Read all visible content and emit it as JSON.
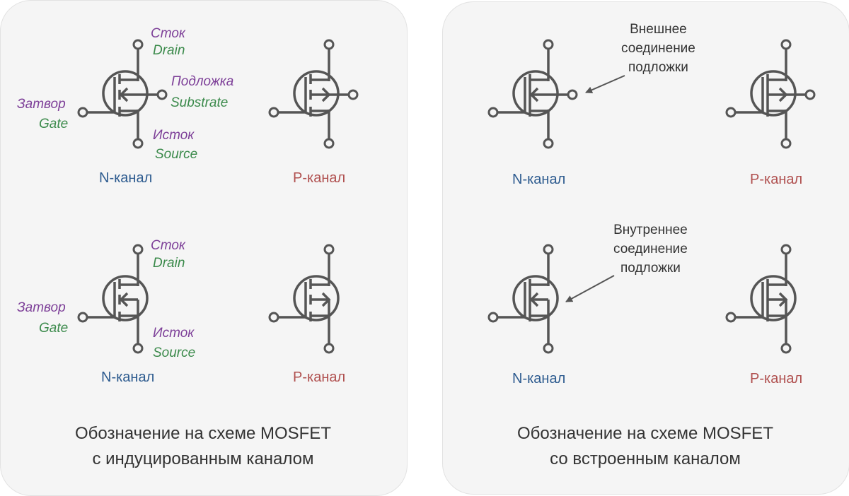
{
  "labels": {
    "drain_ru": "Сток",
    "drain_en": "Drain",
    "substrate_ru": "Подложка",
    "substrate_en": "Substrate",
    "gate_ru": "Затвор",
    "gate_en": "Gate",
    "source_ru": "Исток",
    "source_en": "Source",
    "n_channel": "N-канал",
    "p_channel": "P-канал"
  },
  "notes": {
    "external": [
      "Внешнее",
      "соединение",
      "подложки"
    ],
    "internal": [
      "Внутреннее",
      "соединение",
      "подложки"
    ]
  },
  "panels": [
    {
      "title_line1": "Обозначение на схеме  MOSFET",
      "title_line2": "с индуцированным каналом"
    },
    {
      "title_line1": "Обозначение на схеме  MOSFET",
      "title_line2": "со встроенным каналом"
    }
  ],
  "symbols": [
    {
      "channel": "N",
      "mode": "enhancement",
      "substrate": "external"
    },
    {
      "channel": "P",
      "mode": "enhancement",
      "substrate": "external"
    },
    {
      "channel": "N",
      "mode": "enhancement",
      "substrate": "internal"
    },
    {
      "channel": "P",
      "mode": "enhancement",
      "substrate": "internal"
    },
    {
      "channel": "N",
      "mode": "depletion",
      "substrate": "external"
    },
    {
      "channel": "P",
      "mode": "depletion",
      "substrate": "external"
    },
    {
      "channel": "N",
      "mode": "depletion",
      "substrate": "internal"
    },
    {
      "channel": "P",
      "mode": "depletion",
      "substrate": "internal"
    }
  ],
  "colors": {
    "stroke": "#555555",
    "purple": "#7d3f98",
    "green": "#3b8a4b",
    "blue": "#2d5b8f",
    "red": "#b0504f"
  }
}
